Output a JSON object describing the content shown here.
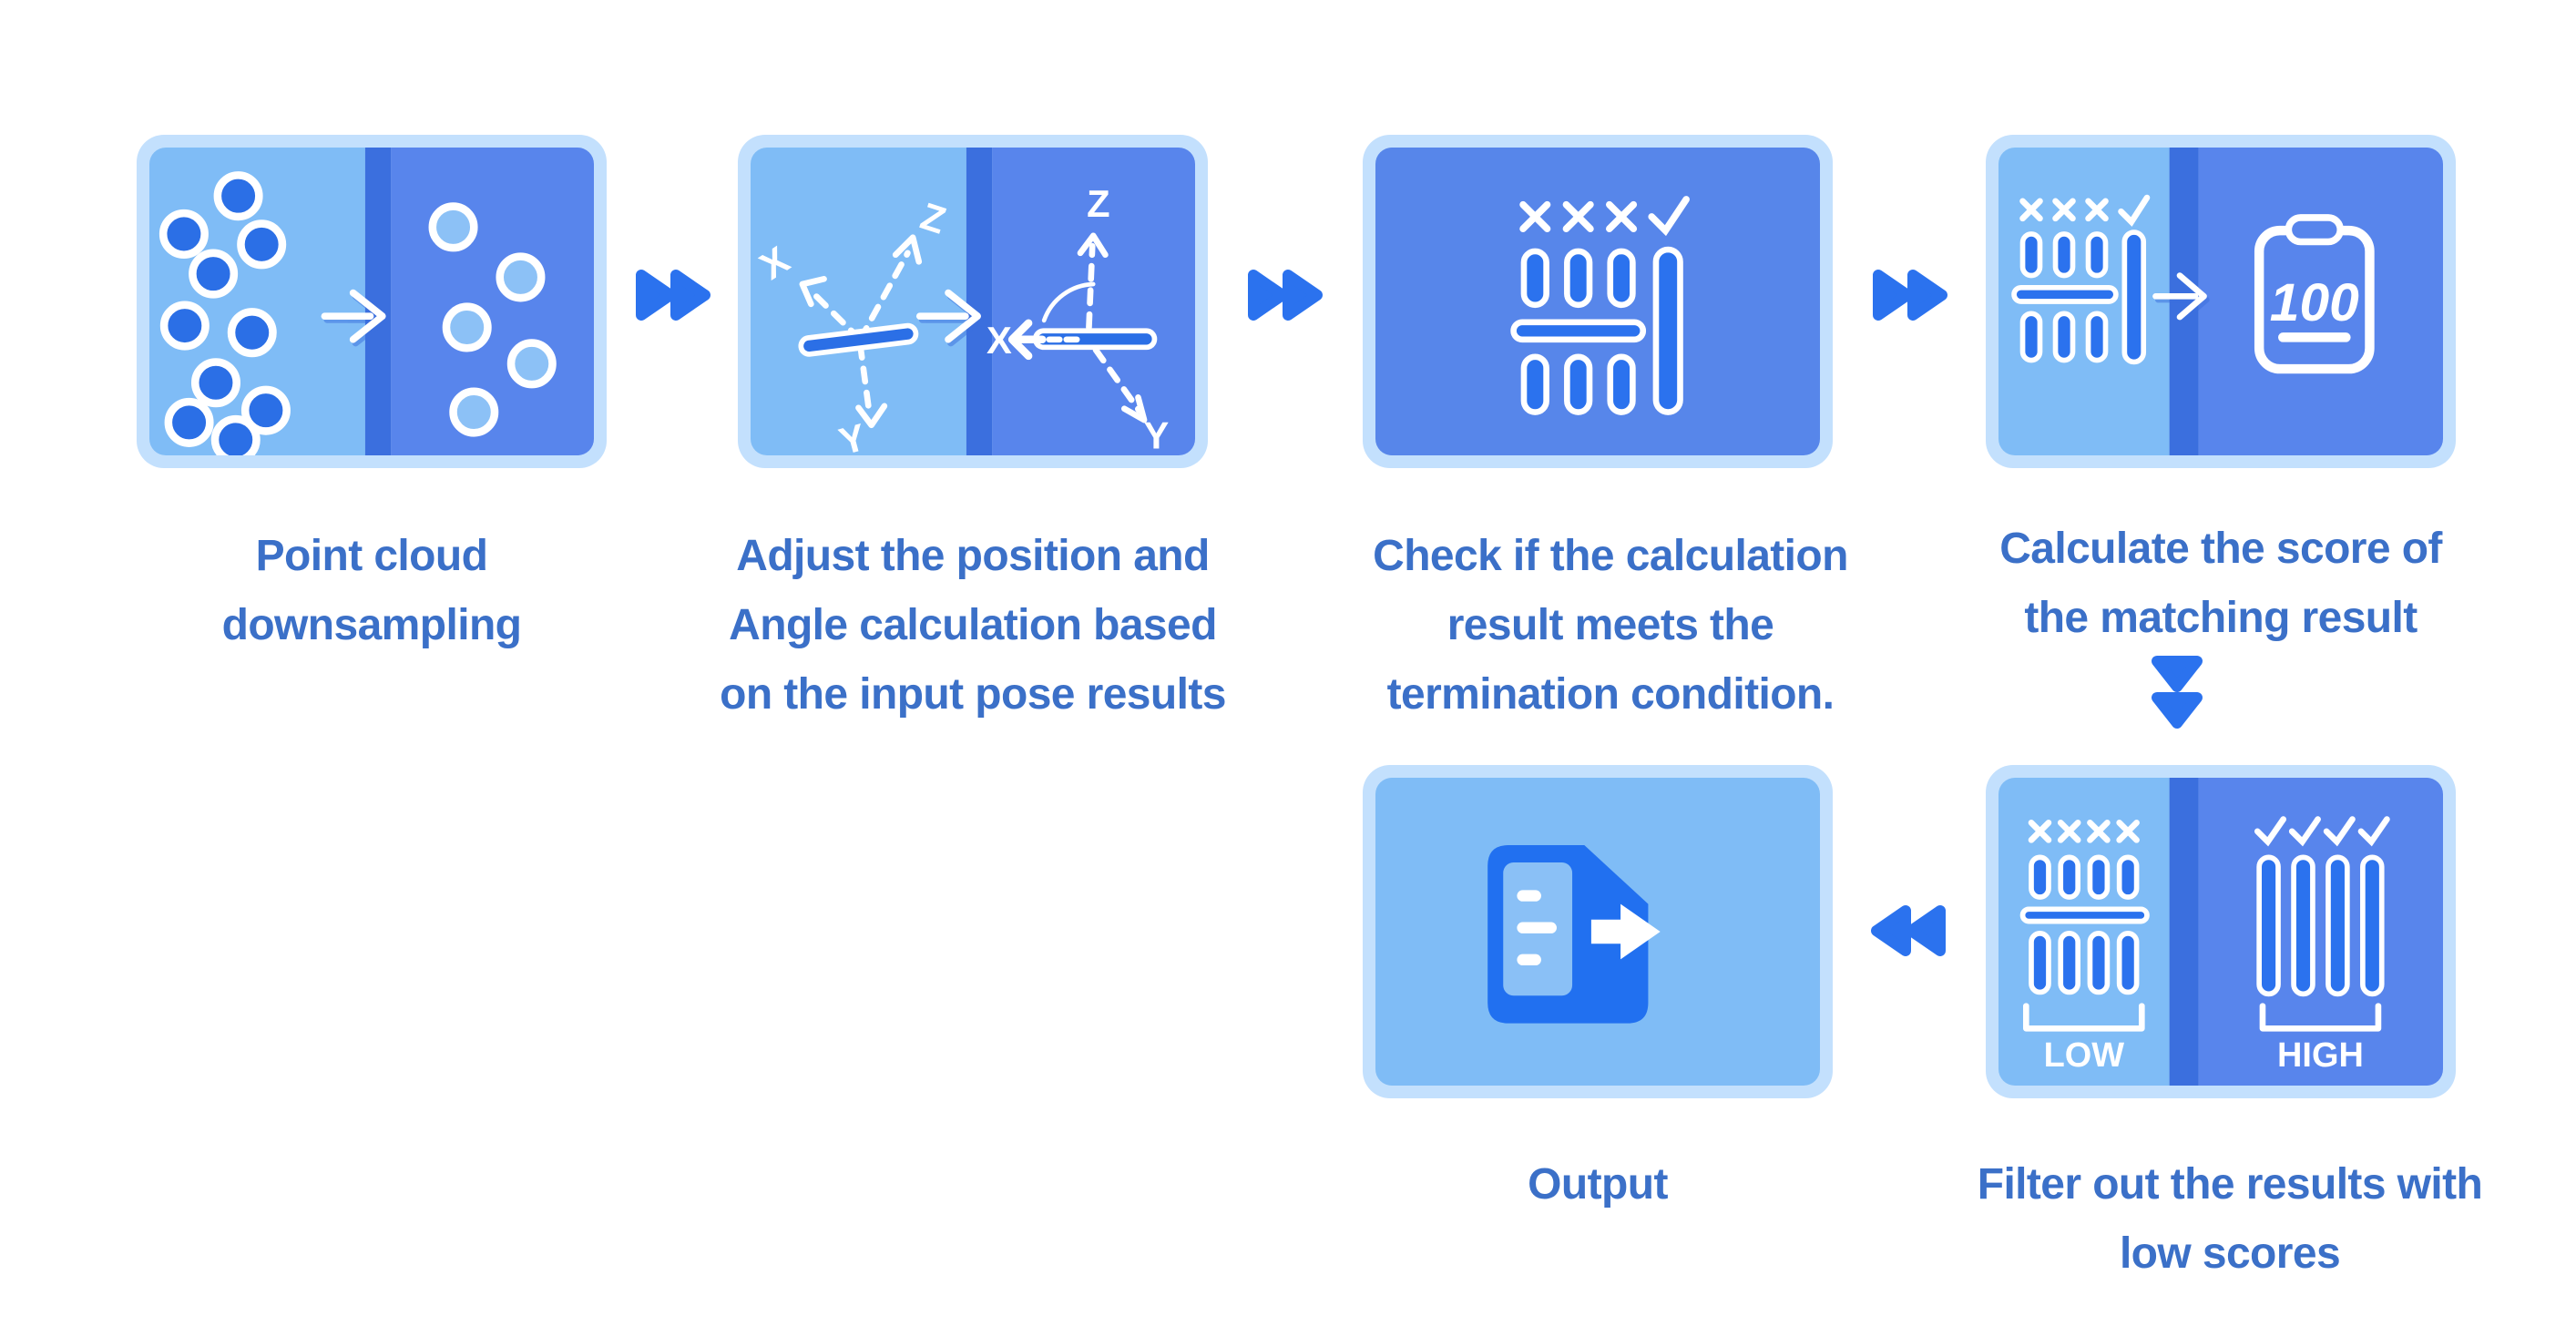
{
  "colors": {
    "box_border": "#c3e0fd",
    "panel_light": "#7fbcf6",
    "panel_medium": "#5885ec",
    "panel_divider": "#3b6fde",
    "accent_blue": "#2b72ee",
    "icon_fill_blue": "#2b6fe6",
    "caption_text": "#3b70c8",
    "icon_white": "#ffffff"
  },
  "steps": [
    {
      "key": "downsample",
      "caption_lines": [
        "Point cloud",
        "downsampling"
      ]
    },
    {
      "key": "pose-adjust",
      "caption_lines": [
        "Adjust the position and",
        "Angle calculation based",
        "on the input pose results"
      ],
      "axes": {
        "x": "X",
        "y": "Y",
        "z": "Z"
      }
    },
    {
      "key": "termination-check",
      "caption_lines": [
        "Check if the calculation",
        "result meets the",
        "termination condition."
      ]
    },
    {
      "key": "score",
      "caption_lines": [
        "Calculate the score of",
        "the matching result"
      ],
      "score_value": "100"
    },
    {
      "key": "filter",
      "caption_lines": [
        "Filter out the results with",
        "low scores"
      ],
      "low_label": "LOW",
      "high_label": "HIGH"
    },
    {
      "key": "output",
      "caption_lines": [
        "Output"
      ]
    }
  ],
  "icons": {
    "fast-forward-arrow-icon": "double right-pointing triangles ⏩",
    "rewind-arrow-icon": "double left-pointing triangles ⏪",
    "double-down-arrow-icon": "double down-pointing triangles ⏬",
    "transform-arrow-icon": "white right arrow →",
    "x-mark-icon": "✗",
    "check-mark-icon": "✓",
    "point-dot-icon": "filled circle ●",
    "bars-chart-icon": "vertical bars with threshold line",
    "score-clipboard-icon": "clipboard showing score",
    "export-document-icon": "document with arrow"
  }
}
